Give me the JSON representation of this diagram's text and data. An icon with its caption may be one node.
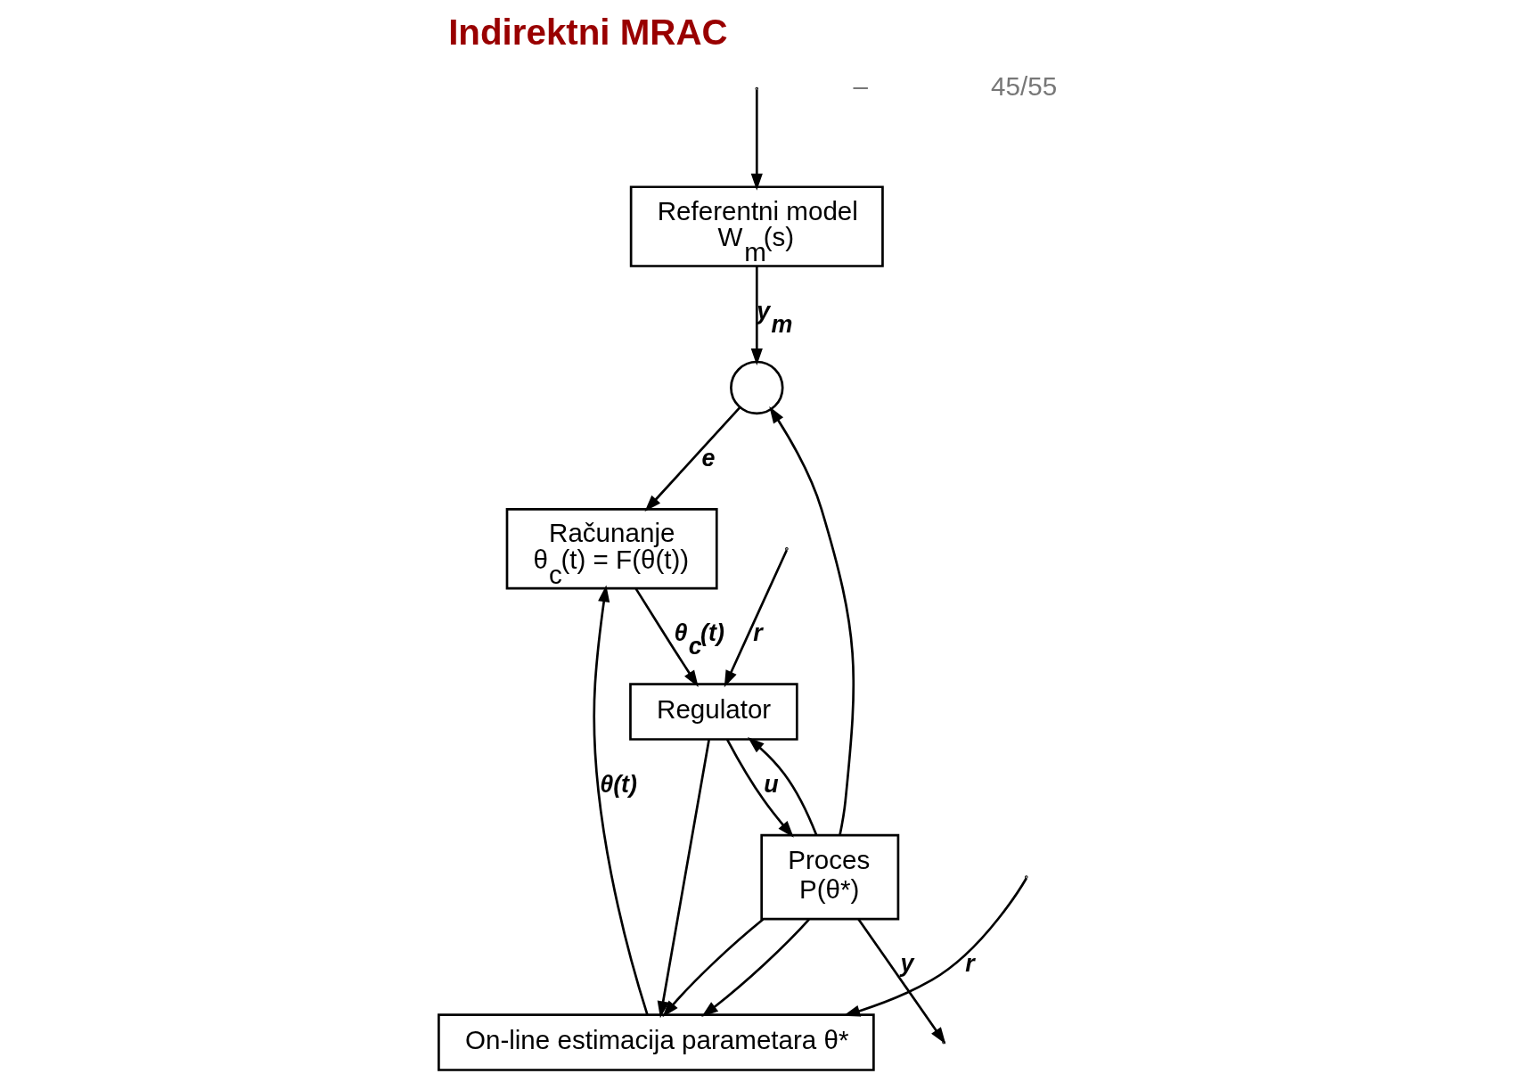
{
  "diagram": {
    "title": "Indirektni MRAC",
    "nodes": [
      {
        "text": [
          "Referentni model",
          "W$_{m}$(s)"
        ]
      },
      {
        "text": [
          "Računanje",
          "θ$_{c}$(t) = F(θ(t))"
        ]
      },
      {
        "text": [
          "On-line estimacija parametara θ*"
        ]
      },
      {
        "text": [
          "Regulator"
        ]
      },
      {
        "text": [
          "Proces",
          "P(θ*)"
        ]
      },
      {
        "text": [],
        "shape": "circle"
      }
    ],
    "edges": [
      {
        "from": null,
        "to": 3,
        "arrow": "to",
        "label": "r"
      },
      {
        "from": null,
        "to": 0,
        "arrow": "to"
      },
      {
        "from": 0,
        "to": 5,
        "arrow": "to",
        "label": "y$_{m}$"
      },
      {
        "from": 5,
        "to": 1,
        "arrow": "to",
        "label": "e"
      },
      {
        "from": 4,
        "to": 5,
        "arrow": "to"
      },
      {
        "from": 2,
        "to": 1,
        "arrow": "to",
        "label": "θ(t)"
      },
      {
        "from": 1,
        "to": 3,
        "arrow": "to",
        "label": "θ$_{c}$(t)"
      },
      {
        "from": null,
        "to": 2,
        "arrow": "to",
        "label": "r"
      },
      {
        "from": 3,
        "to": 4,
        "arrow": "to",
        "label": "u"
      },
      {
        "from": 3,
        "to": 2,
        "arrow": "to"
      },
      {
        "from": 4,
        "to": 2,
        "arrow": "to"
      },
      {
        "from": 4,
        "to": 2,
        "arrow": "to"
      },
      {
        "from": 4,
        "to": 3,
        "arrow": "to"
      },
      {
        "from": 4,
        "to": null,
        "arrow": "to",
        "label": "y"
      }
    ],
    "labels": [
      "–",
      "45/55"
    ]
  }
}
